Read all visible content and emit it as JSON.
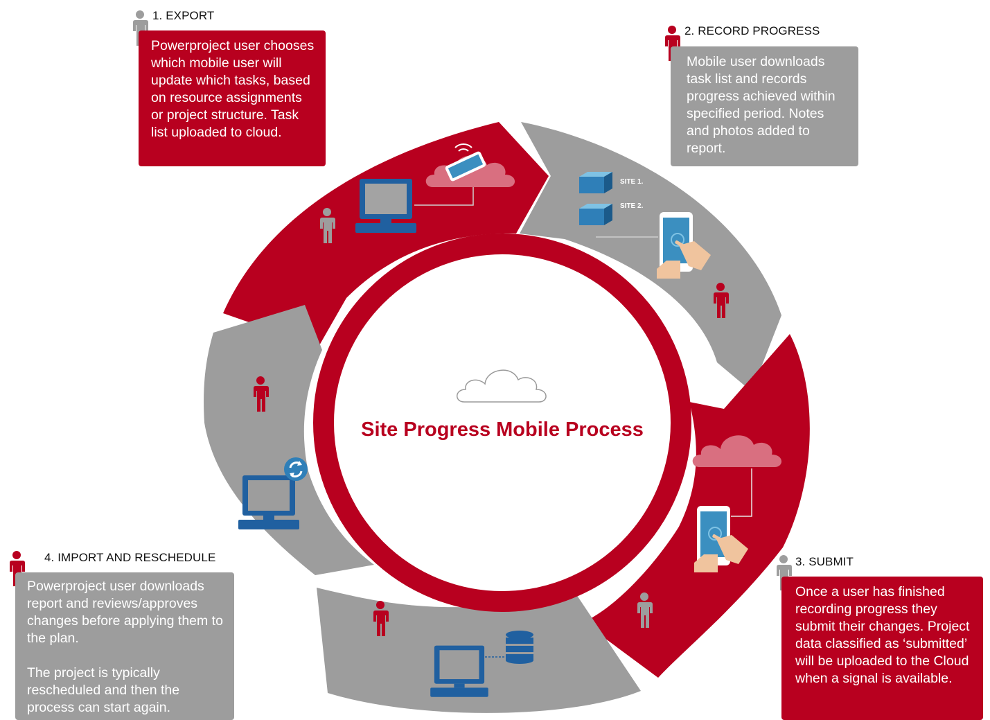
{
  "diagram": {
    "center_title": "Site Progress Mobile Process",
    "colors": {
      "accent": "#b8001f",
      "gray": "#9d9d9d",
      "device_blue": "#2060a0"
    },
    "steps": [
      {
        "title": "1. EXPORT",
        "description": [
          "Powerproject user chooses which mobile user will update which tasks, based on resource assignments or project structure. Task list uploaded to cloud."
        ],
        "box_color": "red",
        "icons": [
          "person-icon",
          "desktop-computer-icon",
          "cloud-icon",
          "tablet-icon",
          "wifi-icon"
        ]
      },
      {
        "title": "2. RECORD PROGRESS",
        "description": [
          "Mobile user downloads task list and records progress achieved within specified period. Notes and photos added to report."
        ],
        "box_color": "gray",
        "site_labels": [
          "SITE 1.",
          "SITE 2."
        ],
        "icons": [
          "person-icon",
          "site-box-icon",
          "tablet-hand-icon"
        ]
      },
      {
        "title": "3. SUBMIT",
        "description": [
          "Once a user has finished recording progress they submit their changes. Project data classified as ‘submitted’ will be uploaded to the Cloud when a signal is available."
        ],
        "box_color": "red",
        "icons": [
          "person-icon",
          "cloud-icon",
          "tablet-hand-icon"
        ]
      },
      {
        "title": "4. IMPORT AND RESCHEDULE",
        "description": [
          "Powerproject user downloads report and reviews/approves changes before applying them to the plan.",
          "The project is typically rescheduled and then the process can start again."
        ],
        "box_color": "gray",
        "icons": [
          "person-icon",
          "desktop-computer-icon",
          "refresh-icon",
          "database-icon"
        ]
      }
    ]
  }
}
